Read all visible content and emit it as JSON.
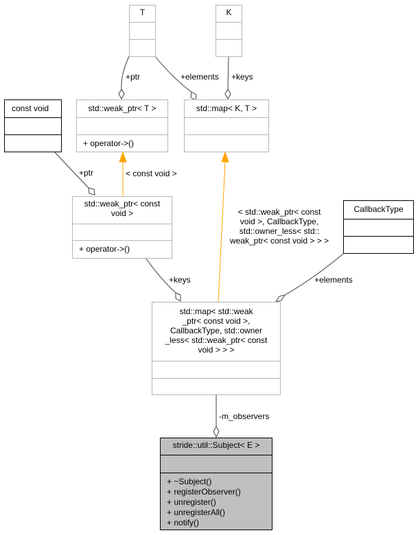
{
  "classes": {
    "T": {
      "name": "T"
    },
    "K": {
      "name": "K"
    },
    "weak_ptr_T": {
      "name": "std::weak_ptr< T >",
      "ops": [
        "+ operator->()"
      ]
    },
    "map_KT": {
      "name": "std::map< K, T >"
    },
    "const_void": {
      "name": "const void"
    },
    "weak_ptr_cv": {
      "name_lines": [
        "std::weak_ptr< const",
        "void >"
      ],
      "ops": [
        "+ operator->()"
      ]
    },
    "callback": {
      "name": "CallbackType"
    },
    "map_obs": {
      "name_lines": [
        "std::map< std::weak",
        "_ptr< const void >,",
        "CallbackType, std::owner",
        "_less< std::weak_ptr< const",
        "void > > >"
      ]
    },
    "subject": {
      "name": "stride::util::Subject< E >",
      "ops": [
        "+ ~Subject()",
        "+ registerObserver()",
        "+ unregister()",
        "+ unregisterAll()",
        "+ notify()"
      ]
    }
  },
  "edges": {
    "t_ptr": "+ptr",
    "t_elements": "+elements",
    "k_keys": "+keys",
    "cv_ptr": "+ptr",
    "weak_tmpl": "< const void >",
    "map_tmpl": [
      "< std::weak_ptr< const",
      "void >, CallbackType,",
      "std::owner_less< std::",
      "weak_ptr< const void > > >"
    ],
    "map_keys": "+keys",
    "cb_elements": "+elements",
    "observers": "-m_observers"
  },
  "colors": {
    "border": "#b5b5b5",
    "focus_fill": "#bfbfbf",
    "template_arrow": "#ffa500",
    "line": "#404040"
  }
}
